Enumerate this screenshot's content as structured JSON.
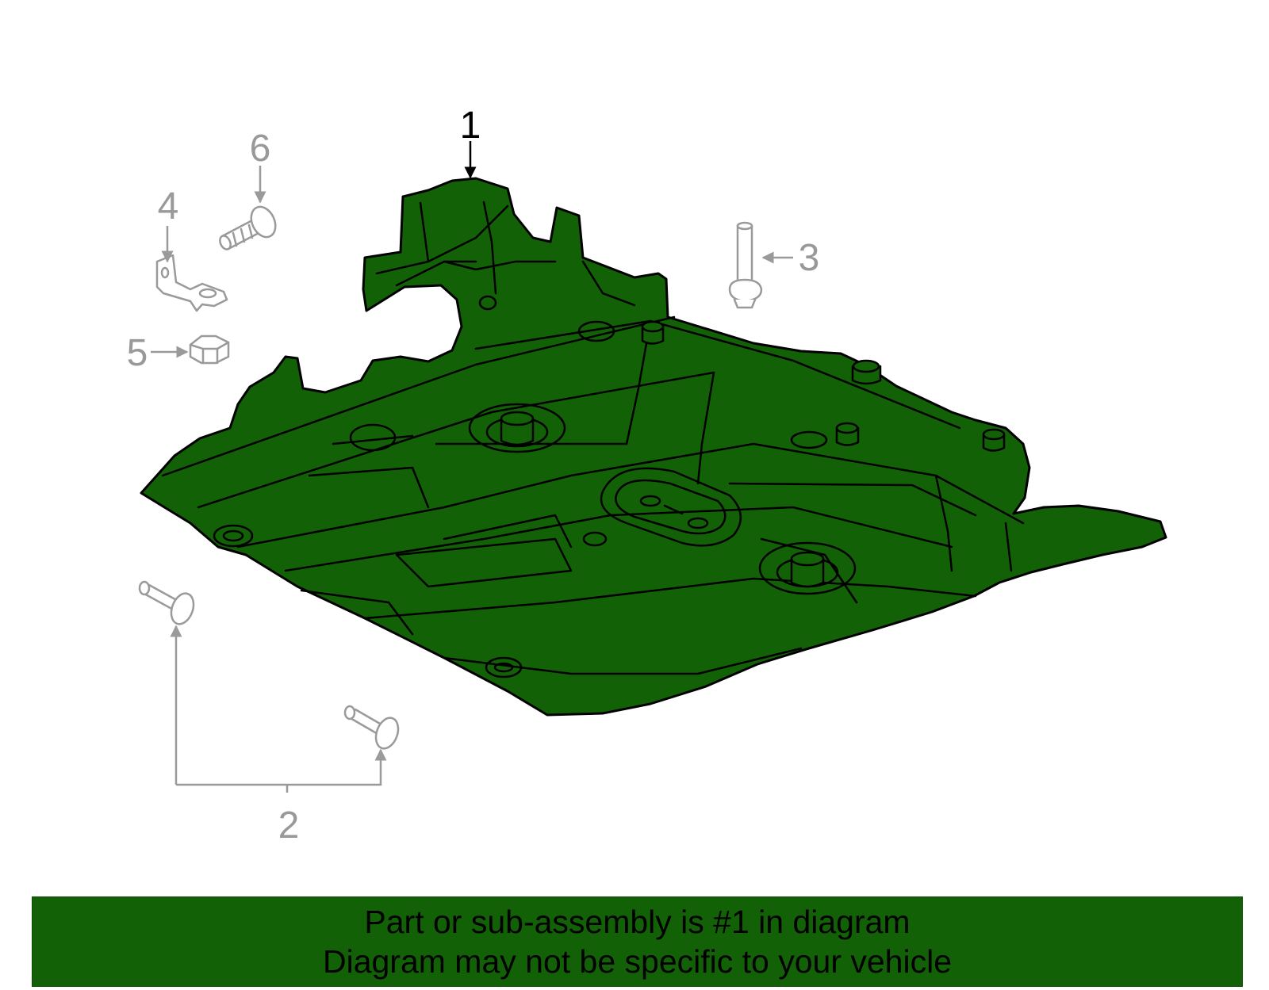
{
  "colors": {
    "part_fill": "#136107",
    "part_stroke": "#000000",
    "hardware_stroke": "#9a9a9a",
    "banner_fill": "#136107",
    "banner_text": "#000000",
    "callout_highlight": "#000000",
    "callout_other": "#999999"
  },
  "callouts": [
    {
      "id": "callout-1",
      "label": "1",
      "highlighted": true
    },
    {
      "id": "callout-2",
      "label": "2",
      "highlighted": false
    },
    {
      "id": "callout-3",
      "label": "3",
      "highlighted": false
    },
    {
      "id": "callout-4",
      "label": "4",
      "highlighted": false
    },
    {
      "id": "callout-5",
      "label": "5",
      "highlighted": false
    },
    {
      "id": "callout-6",
      "label": "6",
      "highlighted": false
    }
  ],
  "banner": {
    "line1": "Part or sub-assembly is #1 in diagram",
    "line2": "Diagram may not be specific to your vehicle"
  }
}
